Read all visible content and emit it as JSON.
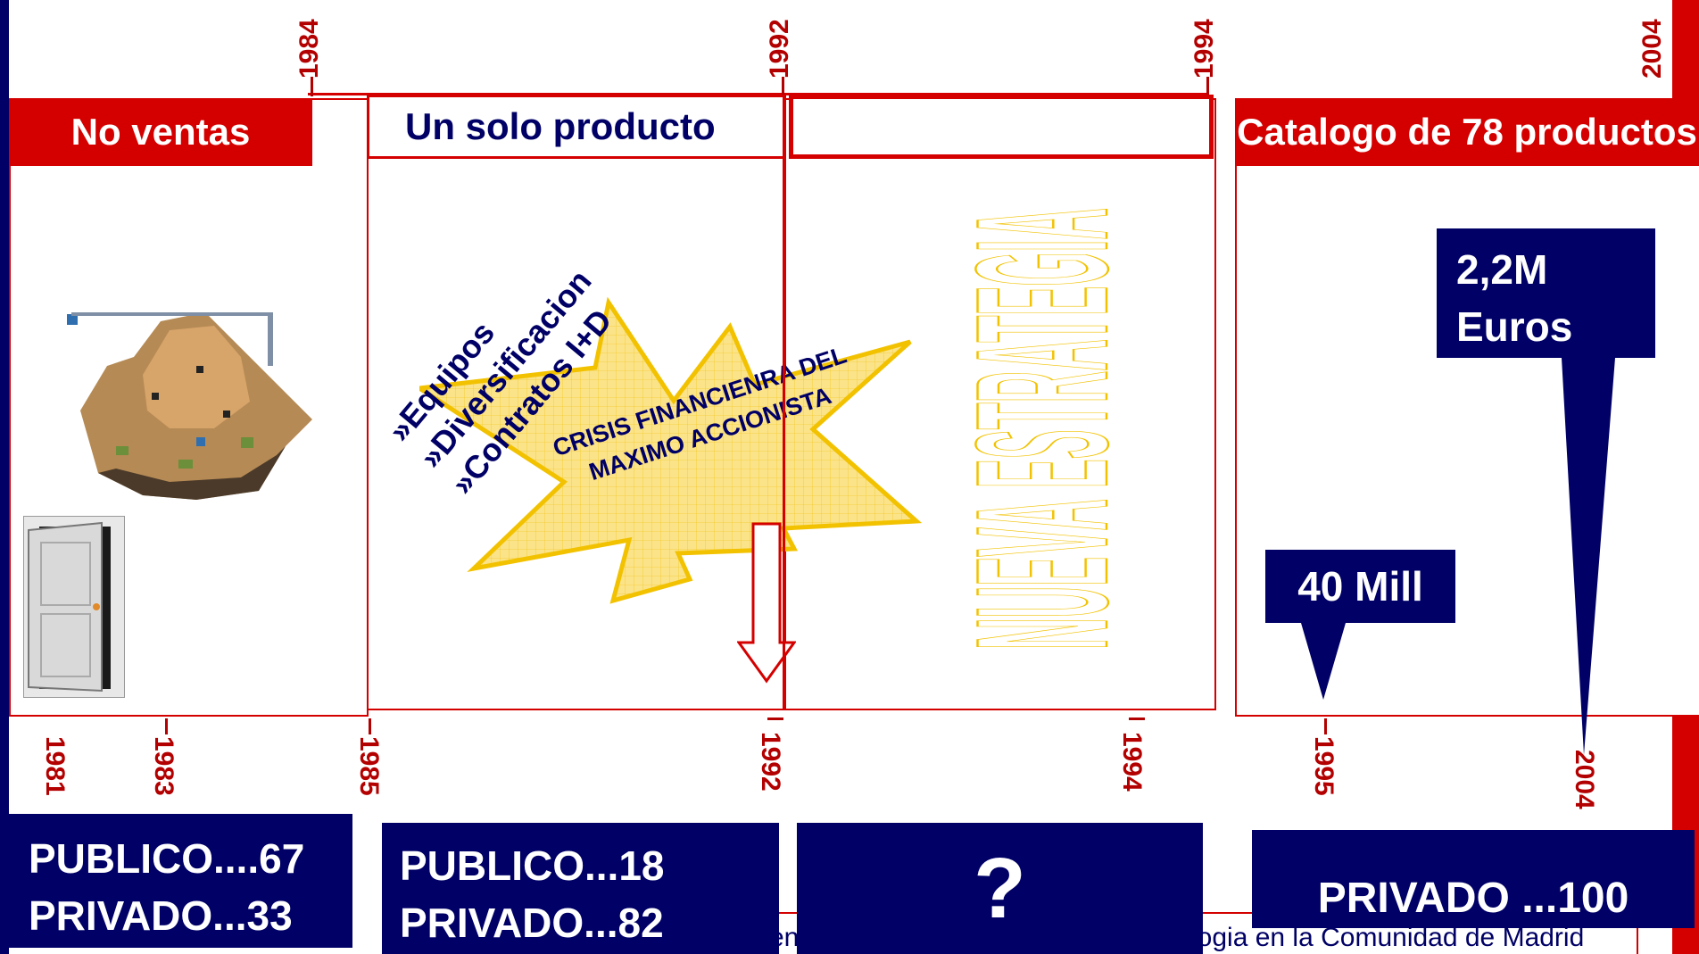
{
  "timeline": {
    "top_years": [
      "1984",
      "1992",
      "1994",
      "2004"
    ],
    "bottom_years": [
      "1981",
      "1983",
      "1985",
      "1992",
      "1994",
      "1995",
      "2004"
    ]
  },
  "phases": [
    {
      "header": "No ventas"
    },
    {
      "header": "Un solo producto"
    },
    {
      "header": ""
    },
    {
      "header": "Catalogo de 78 productos"
    }
  ],
  "bullets": [
    "»Equipos",
    "»Diversificacion",
    "»Contratos I+D"
  ],
  "crisis": {
    "line1": "CRISIS FINANCIENRA DEL",
    "line2": "MAXIMO ACCIONISTA"
  },
  "strategy_text": "NUEVA ESTRATEGIA",
  "callouts": {
    "small": "40 Mill",
    "big_line1": "2,2M",
    "big_line2": "Euros"
  },
  "ownership": [
    {
      "line1": "PUBLICO....67",
      "line2": "PRIVADO...33"
    },
    {
      "line1": "PUBLICO...18",
      "line2": "PRIVADO...82"
    },
    {
      "line1": "?",
      "line2": ""
    },
    {
      "line1": "PRIVADO ...100",
      "line2": ""
    }
  ],
  "footer": {
    "fragment_left": "en",
    "fragment_right": "logia en la Comunidad de Madrid"
  },
  "colors": {
    "red": "#d40000",
    "navy": "#000066",
    "star_fill": "#fbe38a",
    "star_stroke": "#f2c200"
  },
  "icons": [
    "castle-icon",
    "door-icon"
  ]
}
